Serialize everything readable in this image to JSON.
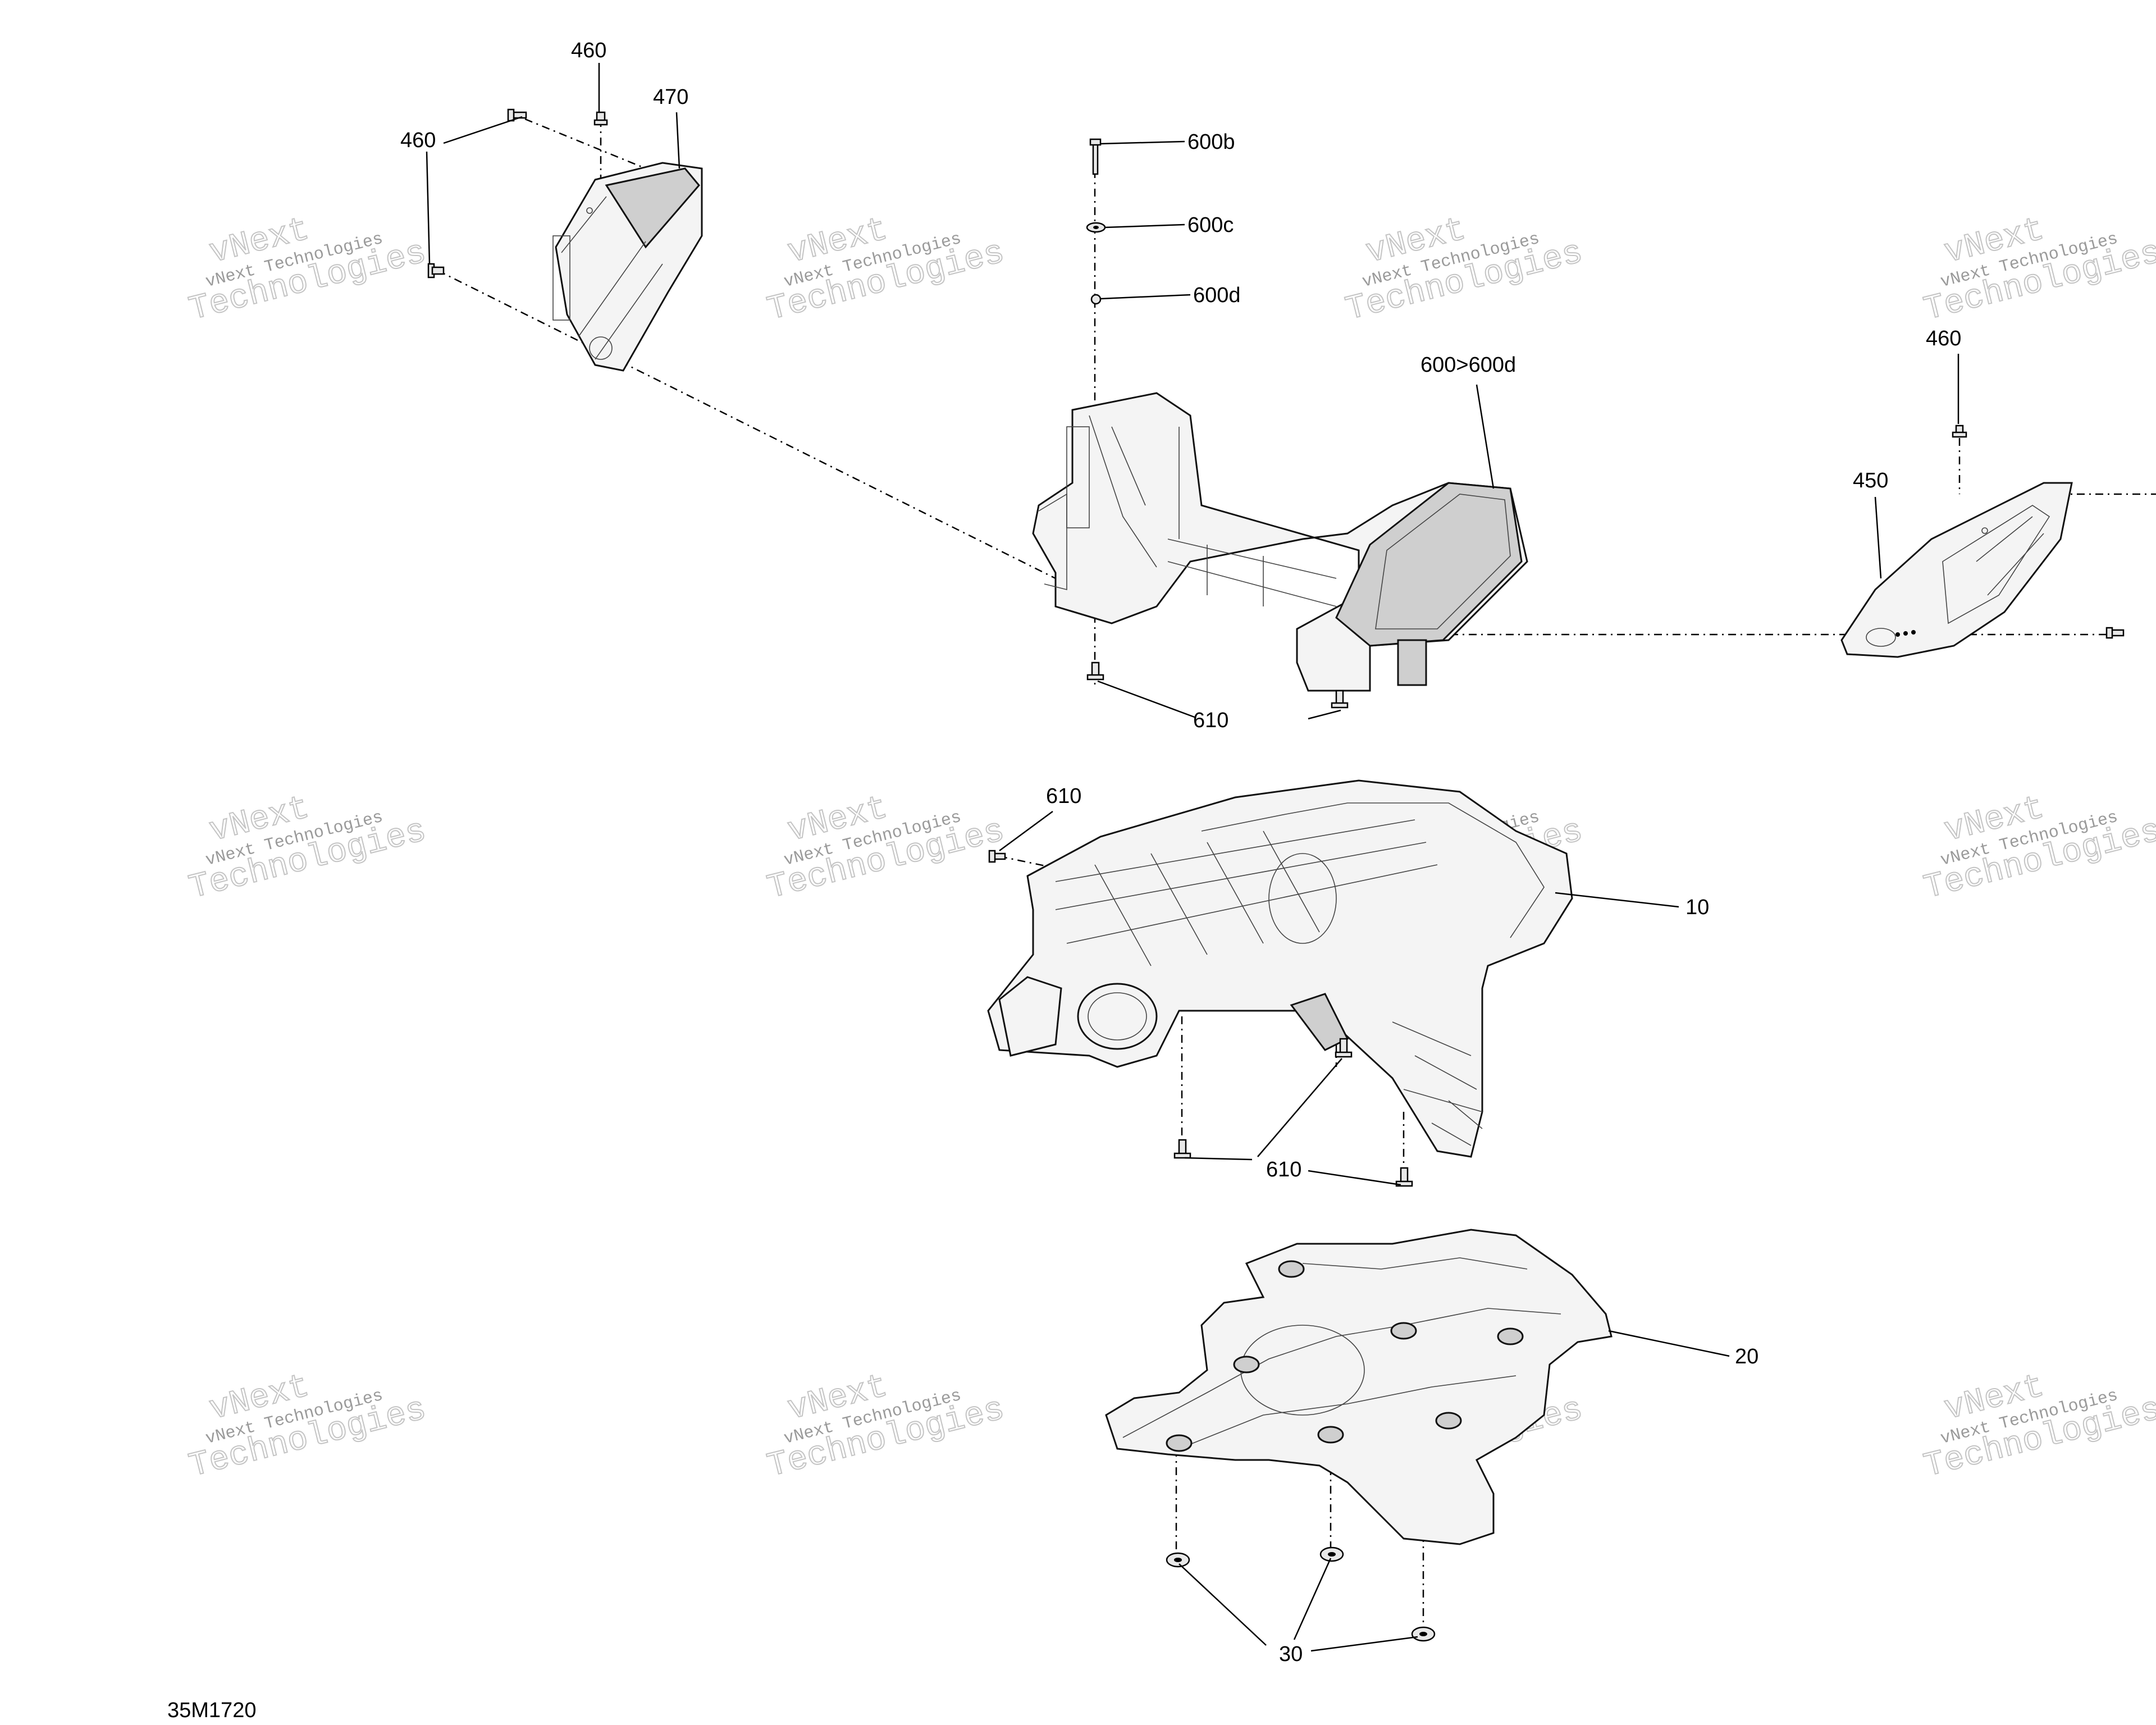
{
  "document_code": "35M1720",
  "watermark": {
    "line1": "vNext",
    "line2": "vNext Technologies",
    "line3": "Technologies"
  },
  "callouts": [
    {
      "id": "c-460-a",
      "text": "460"
    },
    {
      "id": "c-470",
      "text": "470"
    },
    {
      "id": "c-460-b",
      "text": "460"
    },
    {
      "id": "c-600b",
      "text": "600b"
    },
    {
      "id": "c-600c",
      "text": "600c"
    },
    {
      "id": "c-600d",
      "text": "600d"
    },
    {
      "id": "c-600-600d",
      "text": "600>600d"
    },
    {
      "id": "c-460-c",
      "text": "460"
    },
    {
      "id": "c-450",
      "text": "450"
    },
    {
      "id": "c-610-a",
      "text": "610"
    },
    {
      "id": "c-610-b",
      "text": "610"
    },
    {
      "id": "c-10",
      "text": "10"
    },
    {
      "id": "c-610-c",
      "text": "610"
    },
    {
      "id": "c-20",
      "text": "20"
    },
    {
      "id": "c-30",
      "text": "30"
    }
  ]
}
